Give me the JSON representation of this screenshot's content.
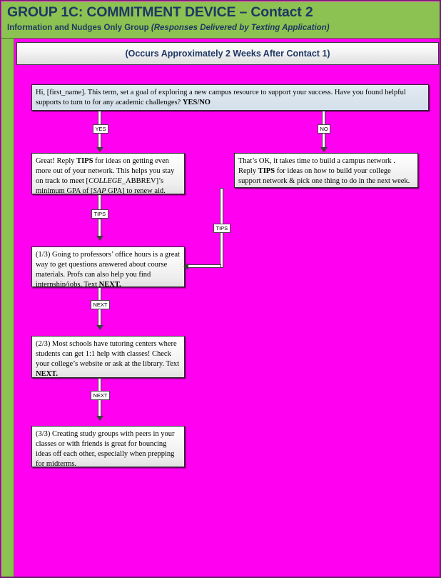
{
  "header": {
    "title": "GROUP 1C: COMMITMENT DEVICE – Contact 2",
    "subtitle_plain": "Information and Nudges Only Group ",
    "subtitle_italic": "(Responses Delivered by Texting Application)",
    "band_color": "#8cc251",
    "title_color": "#1f3864"
  },
  "occurs_bar": {
    "text": "(Occurs Approximately 2 Weeks After Contact 1)"
  },
  "canvas": {
    "background_color": "#ff00f0"
  },
  "flow": {
    "boxes": [
      {
        "id": "intro",
        "name": "intro-message-box",
        "style": "blue",
        "segments": [
          {
            "text": "Hi, [first_name]. This term, set a goal of exploring a new campus resource to support your success. Have you found helpful supports to turn to for any academic challenges? ",
            "format": "normal"
          },
          {
            "text": "YES/NO",
            "format": "bold"
          }
        ]
      },
      {
        "id": "yes",
        "name": "yes-branch-message-box",
        "style": "grey",
        "segments": [
          {
            "text": "Great! Reply ",
            "format": "normal"
          },
          {
            "text": "TIPS",
            "format": "bold"
          },
          {
            "text": " for ideas on getting even more out of your network. This helps you stay on track to meet [",
            "format": "normal"
          },
          {
            "text": "COLLEGE",
            "format": "italic"
          },
          {
            "text": "_ABBREV]’s minimum GPA of [",
            "format": "normal"
          },
          {
            "text": "SAP",
            "format": "italic"
          },
          {
            "text": " GPA] to renew aid.",
            "format": "normal"
          }
        ]
      },
      {
        "id": "no",
        "name": "no-branch-message-box",
        "style": "grey",
        "segments": [
          {
            "text": "That’s OK, it takes time to build a campus network . Reply ",
            "format": "normal"
          },
          {
            "text": "TIPS",
            "format": "bold"
          },
          {
            "text": " for ideas on how to build your college support network & pick one thing to do in the next week.",
            "format": "normal"
          }
        ]
      },
      {
        "id": "tip1",
        "name": "tip-1-of-3-message-box",
        "style": "grey",
        "segments": [
          {
            "text": "(1/3) Going to professors’ office hours is a great way to get questions answered about course materials. Profs can also help you find internship/jobs. Text ",
            "format": "normal"
          },
          {
            "text": "NEXT.",
            "format": "bold"
          }
        ]
      },
      {
        "id": "tip2",
        "name": "tip-2-of-3-message-box",
        "style": "grey",
        "segments": [
          {
            "text": "(2/3) Most schools have tutoring centers where students can get 1:1 help with classes! Check your college’s website or ask at the library. Text ",
            "format": "normal"
          },
          {
            "text": "NEXT.",
            "format": "bold"
          }
        ]
      },
      {
        "id": "tip3",
        "name": "tip-3-of-3-message-box",
        "style": "grey",
        "segments": [
          {
            "text": "(3/3) Creating study groups with peers in your classes or with friends is great for bouncing ideas off each other, especially when prepping for midterms.",
            "format": "normal"
          }
        ]
      }
    ],
    "connector_labels": {
      "yes": "YES",
      "no": "NO",
      "tips_left": "TIPS",
      "tips_right": "TIPS",
      "next_1": "NEXT",
      "next_2": "NEXT"
    }
  }
}
